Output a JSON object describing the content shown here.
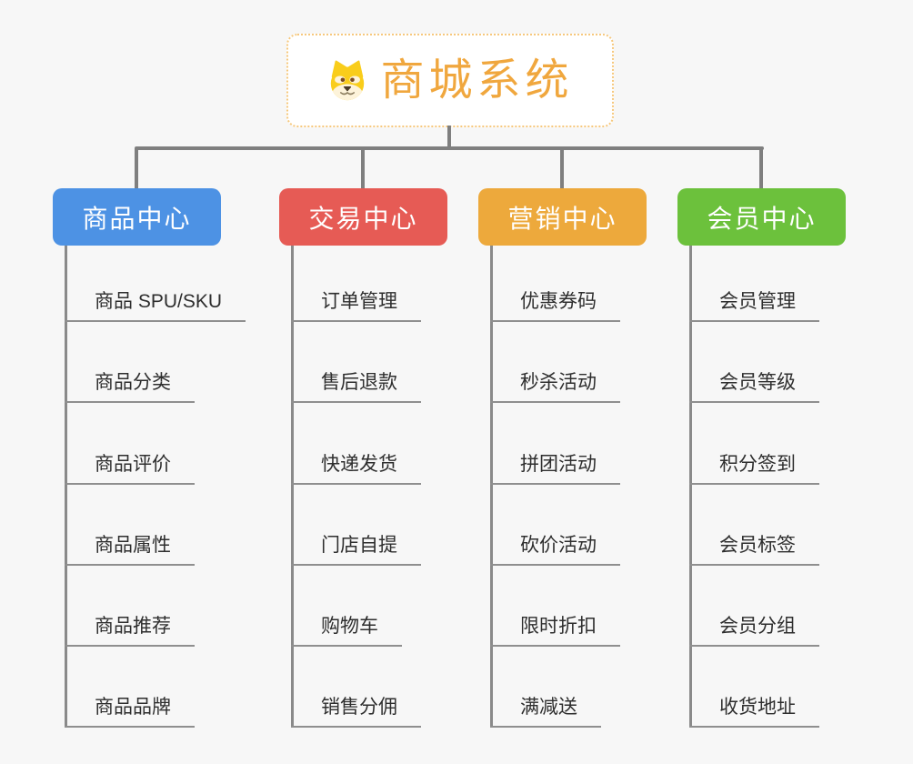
{
  "root": {
    "title": "商城系统",
    "icon": "dog-face-icon",
    "title_color": "#F0A73E",
    "border_color": "#F6C87D"
  },
  "connector_color": "#7F7F7F",
  "branches": [
    {
      "label": "商品中心",
      "color": "#4D92E4",
      "items": [
        "商品 SPU/SKU",
        "商品分类",
        "商品评价",
        "商品属性",
        "商品推荐",
        "商品品牌"
      ]
    },
    {
      "label": "交易中心",
      "color": "#E65B55",
      "items": [
        "订单管理",
        "售后退款",
        "快递发货",
        "门店自提",
        "购物车",
        "销售分佣"
      ]
    },
    {
      "label": "营销中心",
      "color": "#EDA93C",
      "items": [
        "优惠券码",
        "秒杀活动",
        "拼团活动",
        "砍价活动",
        "限时折扣",
        "满减送"
      ]
    },
    {
      "label": "会员中心",
      "color": "#6CC13C",
      "items": [
        "会员管理",
        "会员等级",
        "积分签到",
        "会员标签",
        "会员分组",
        "收货地址"
      ]
    }
  ]
}
